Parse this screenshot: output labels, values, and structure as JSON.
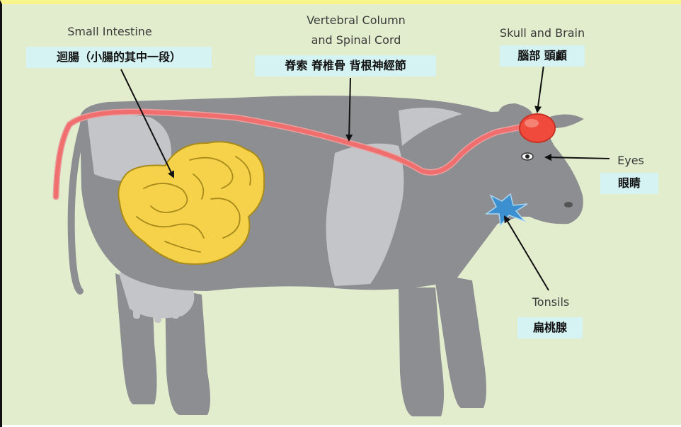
{
  "labels": {
    "small_intestine": {
      "en": "Small Intestine",
      "zh": "迴腸（小腸的其中一段）"
    },
    "vertebral_column": {
      "en_line1": "Vertebral Column",
      "en_line2": "and Spinal Cord",
      "zh": "脊索 脊椎骨 背根神經節"
    },
    "skull_brain": {
      "en": "Skull and Brain",
      "zh": "腦部 頭顱"
    },
    "eyes": {
      "en": "Eyes",
      "zh": "眼睛"
    },
    "tonsils": {
      "en": "Tonsils",
      "zh": "扁桃腺"
    }
  },
  "colors": {
    "background": "#e2edcd",
    "cow_body": "#8d8e92",
    "cow_patch": "#c4c5c8",
    "spinal_cord": "#f16e6e",
    "intestine": "#f6d24a",
    "brain": "#f04a3c",
    "tonsils": "#3c90d0",
    "label_bg": "#d6f3f4"
  },
  "icons": [
    "cow-illustration",
    "arrow-pointer"
  ]
}
